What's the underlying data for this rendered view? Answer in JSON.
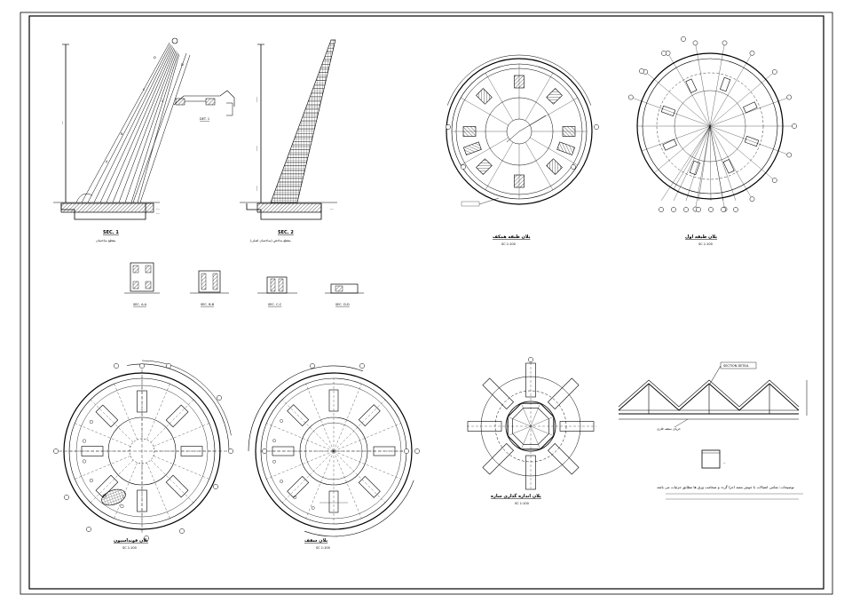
{
  "labels": {
    "sec1": "SEC. 1",
    "sec1_caption": "مقطع ساختمان",
    "sec2": "SEC. 2",
    "sec2_caption": "مقطع شاخص (ساختمان اصلی)",
    "detail": "DET. 1",
    "sa": "SEC. A-A",
    "sb": "SEC. B-B",
    "sc": "SEC. C-C",
    "sd": "SEC. D-D",
    "plan1_title": "پلان طبقه همکف",
    "plan1_scale": "SC 1:100",
    "plan2_title": "پلان طبقه اول",
    "plan2_scale": "SC 1:100",
    "plan3_title": "پلان فونداسیون",
    "plan3_scale": "SC 1:100",
    "plan4_title": "پلان سقف",
    "plan4_scale": "SC 1:100",
    "plan5_title": "پلان اندازه گذاری سازه",
    "plan5_scale": "SC 1:100",
    "truss_label": "SECTION DETAIL",
    "truss_note": "خرپای سقف فلزی",
    "notes": "توضیحات: تمامی اتصالات با جوش ممتد اجرا گردد و ضخامت ورق ها مطابق جزئیات می باشد"
  },
  "colors": {
    "line": "#000000",
    "hatch": "#000000",
    "paper": "#ffffff"
  }
}
